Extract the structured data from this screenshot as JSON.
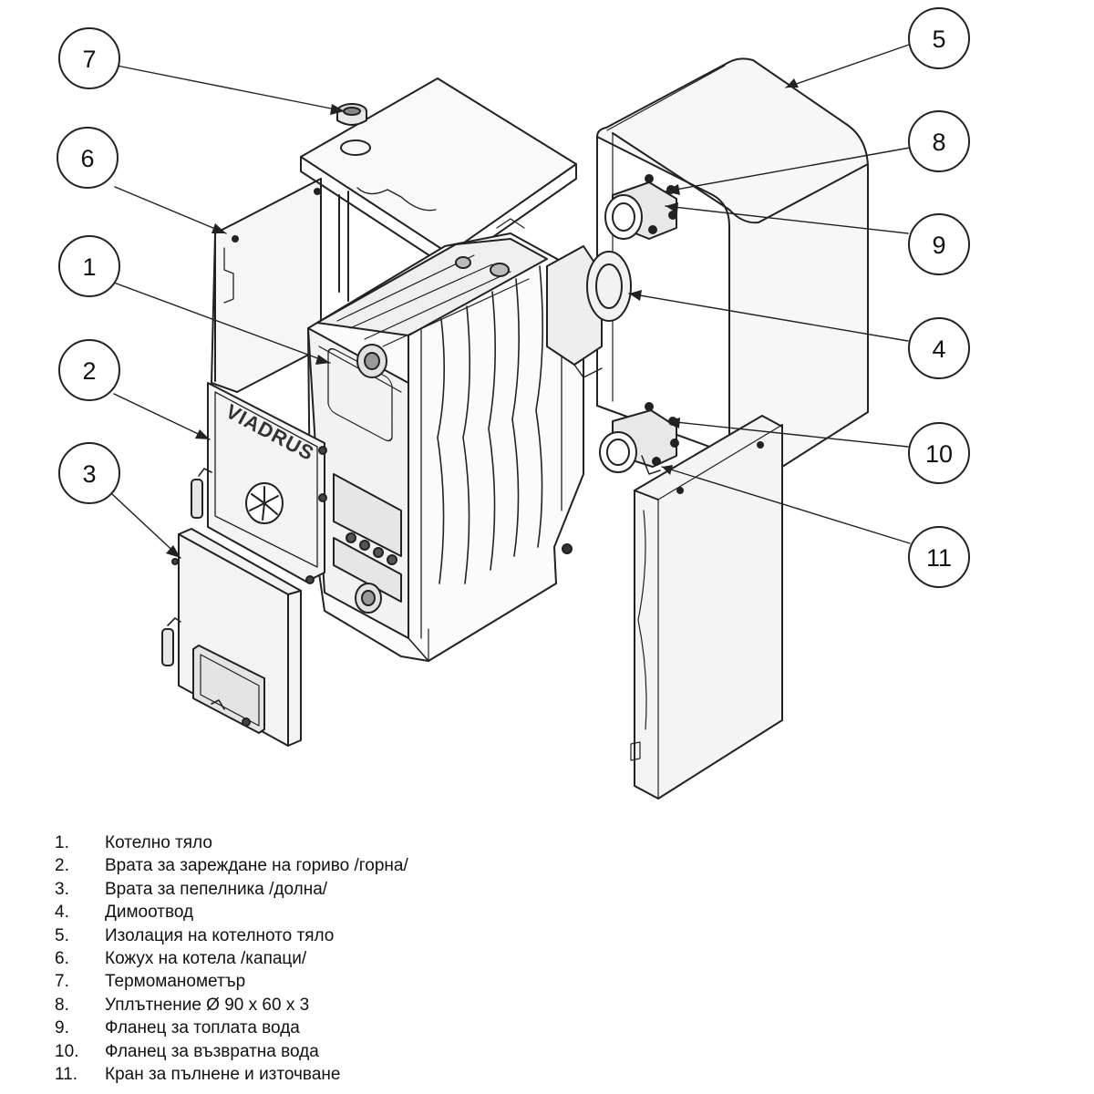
{
  "diagram": {
    "brand_label": "VIADRUS",
    "callouts": [
      "7",
      "6",
      "1",
      "2",
      "3",
      "5",
      "8",
      "9",
      "4",
      "10",
      "11"
    ]
  },
  "legend": [
    {
      "num": "1.",
      "text": "Котелно тяло"
    },
    {
      "num": "2.",
      "text": "Врата за зареждане на гориво /горна/"
    },
    {
      "num": "3.",
      "text": "Врата за пепелника /долна/"
    },
    {
      "num": "4.",
      "text": "Димоотвод"
    },
    {
      "num": "5.",
      "text": "Изолация на котелното тяло"
    },
    {
      "num": "6.",
      "text": "Кожух на котела /капаци/"
    },
    {
      "num": "7.",
      "text": "Термоманометър"
    },
    {
      "num": "8.",
      "text": "Уплътнение Ø 90 x 60 x 3"
    },
    {
      "num": "9.",
      "text": "Фланец за топлата вода"
    },
    {
      "num": "10.",
      "text": "Фланец за възвратна вода"
    },
    {
      "num": "11.",
      "text": "Кран за пълнене и източване"
    }
  ]
}
